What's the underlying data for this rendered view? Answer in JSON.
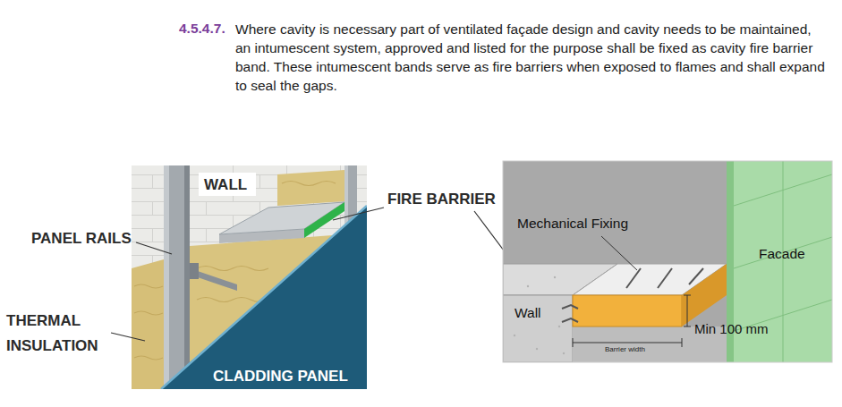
{
  "diagram": {
    "labels": [
      "4.5.4.7.",
      "Where cavity is necessary part of ventilated façade design and cavity needs to be maintained, an intumescent system, approved and listed for the purpose shall be fixed as cavity fire barrier band. These intumescent bands serve as fire barriers when exposed to flames and shall expand to seal the gaps.",
      "WALL",
      "FIRE BARRIER",
      "PANEL RAILS",
      "THERMAL INSULATION",
      "CLADDING PANEL",
      "Mechanical Fixing",
      "Facade",
      "Wall",
      "Min 100 mm",
      "Barrier width"
    ]
  }
}
